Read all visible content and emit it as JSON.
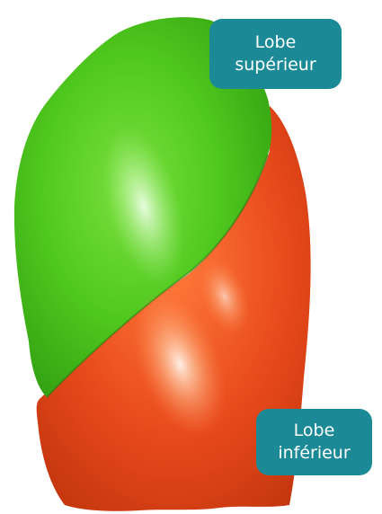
{
  "labels": {
    "upper_lobe": {
      "line1": "Lobe",
      "line2": "supérieur"
    },
    "lower_lobe": {
      "line1": "Lobe",
      "line2": "inférieur"
    }
  },
  "colors": {
    "upper_lobe": "#4fc81e",
    "lower_lobe": "#e84a1c",
    "label_background": "#1b8a96",
    "label_text": "#ffffff",
    "background": "#ffffff"
  }
}
